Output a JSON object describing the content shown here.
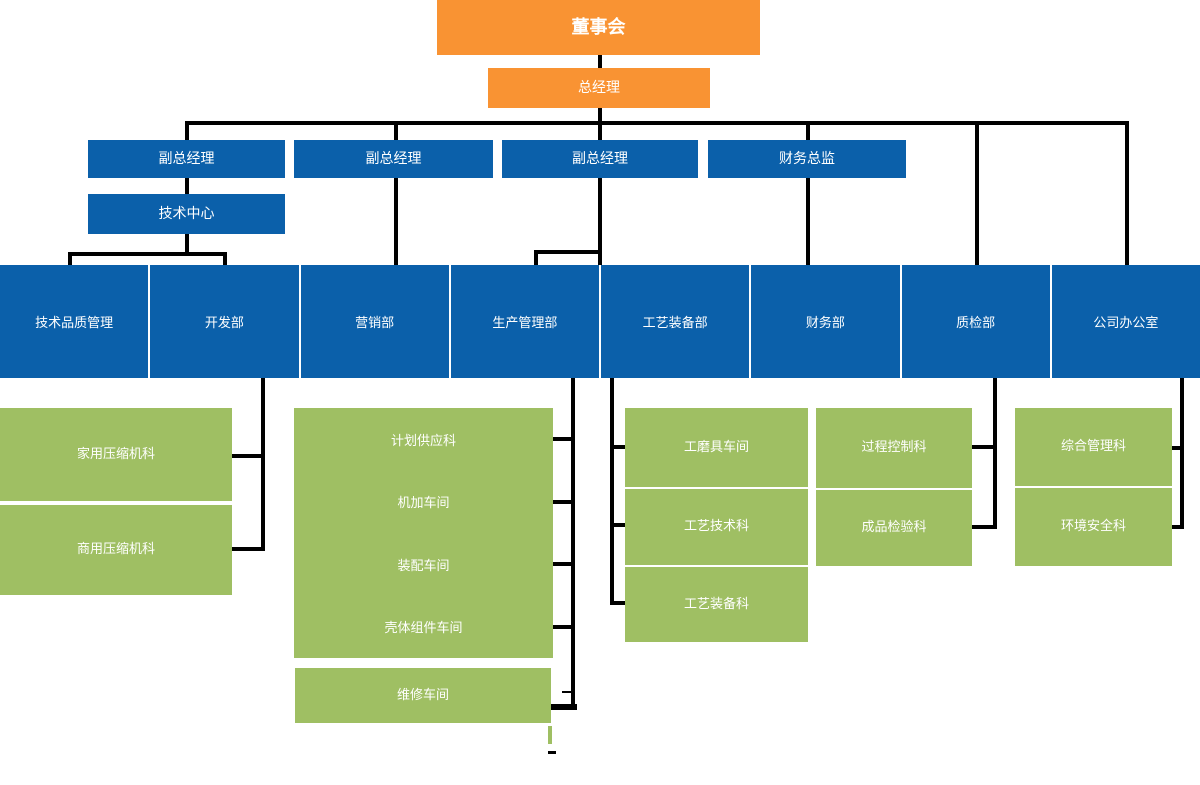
{
  "diagram": {
    "board": "董事会",
    "general_manager": "总经理",
    "executives": [
      "副总经理",
      "副总经理",
      "副总经理",
      "财务总监"
    ],
    "tech_center": "技术中心",
    "departments": [
      "技术品质管理",
      "开发部",
      "营销部",
      "生产管理部",
      "工艺装备部",
      "财务部",
      "质检部",
      "公司办公室"
    ],
    "development_units": [
      "家用压缩机科",
      "商用压缩机科"
    ],
    "production_units": [
      "计划供应科",
      "机加车间",
      "装配车间",
      "壳体组件车间"
    ],
    "maintenance_unit": "维修车间",
    "equipment_units": [
      "工磨具车间",
      "工艺技术科",
      "工艺装备科"
    ],
    "quality_units": [
      "过程控制科",
      "成品检验科"
    ],
    "office_units": [
      "综合管理科",
      "环境安全科"
    ],
    "colors": {
      "orange": "#F99333",
      "blue": "#0B60AA",
      "green": "#9FBF63",
      "line": "#000000",
      "text": "#FFFFFF"
    }
  }
}
